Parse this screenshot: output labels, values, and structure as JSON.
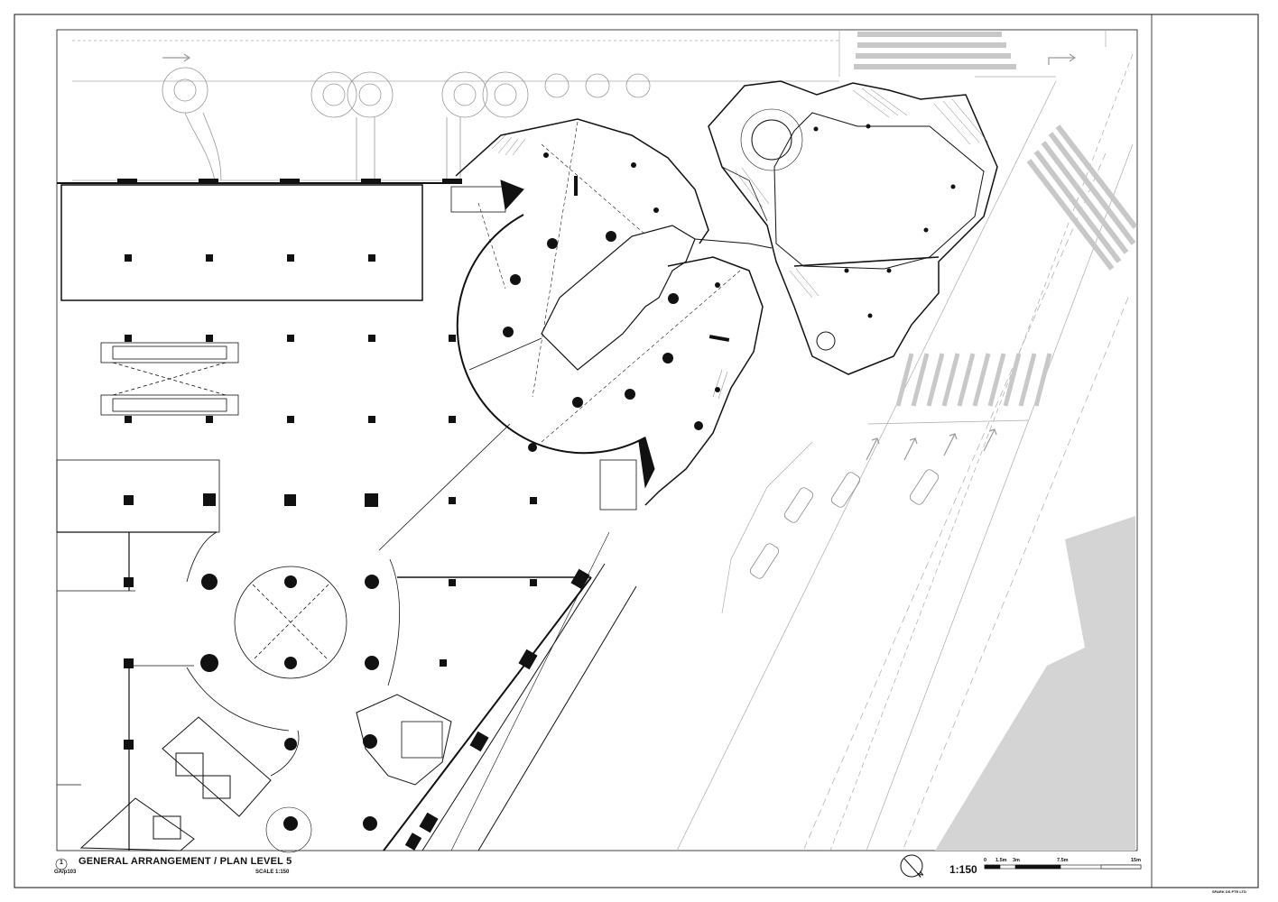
{
  "drawing": {
    "title": "GENERAL ARRANGEMENT / PLAN LEVEL 5",
    "detail_number": "1",
    "sheet_ref": "GA/p103",
    "scale_note": "SCALE 1:150",
    "scale_ratio": "1:150",
    "scale_bar_ticks": [
      "0",
      "1.5m",
      "3m",
      "7.5m",
      "15m"
    ],
    "north_label": "N",
    "firm": "SPARK DS PTE LTD"
  },
  "colors": {
    "line": "#111111",
    "light_line": "#aaaaaa",
    "hatch": "#c8c8c8",
    "landscape_fill": "#d4d4d4"
  }
}
